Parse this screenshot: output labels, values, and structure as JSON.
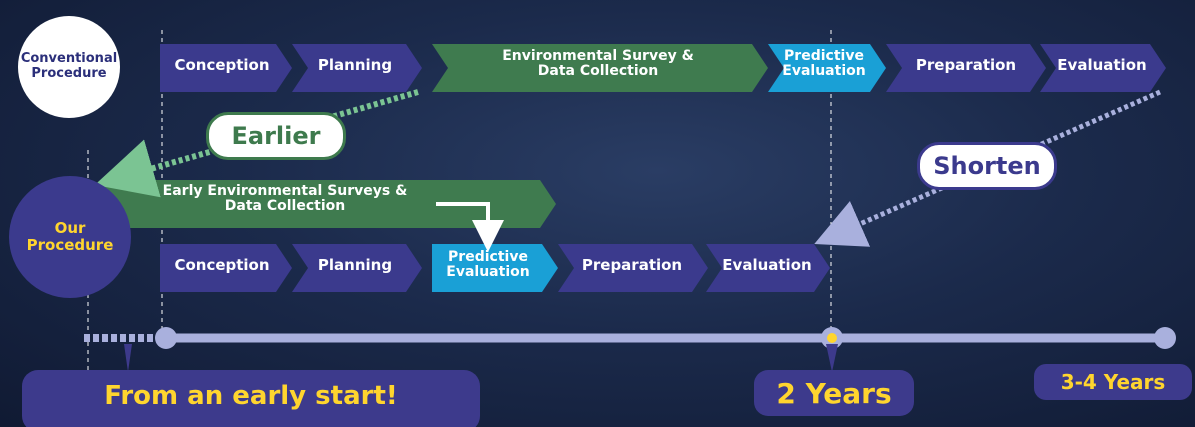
{
  "top_row": {
    "start_label": "Conventional Procedure",
    "steps": [
      {
        "label": "Conception",
        "kind": "phase"
      },
      {
        "label": "Planning",
        "kind": "phase"
      },
      {
        "label": "Environmental Survey & Data Collection",
        "kind": "survey"
      },
      {
        "label": "Predictive Evaluation",
        "kind": "predictive"
      },
      {
        "label": "Preparation",
        "kind": "phase"
      },
      {
        "label": "Evaluation",
        "kind": "phase"
      }
    ]
  },
  "bottom_row": {
    "start_label": "Our Procedure",
    "early_survey_label": "Early Environmental Surveys & Data Collection",
    "steps": [
      {
        "label": "Conception",
        "kind": "phase"
      },
      {
        "label": "Planning",
        "kind": "phase"
      },
      {
        "label": "Predictive Evaluation",
        "kind": "predictive"
      },
      {
        "label": "Preparation",
        "kind": "phase"
      },
      {
        "label": "Evaluation",
        "kind": "phase"
      }
    ]
  },
  "callouts": {
    "earlier": "Earlier",
    "shorten": "Shorten"
  },
  "timeline": {
    "early_start_label": "From an early start!",
    "marker_2_years": "2 Years",
    "marker_end": "3-4 Years"
  },
  "colors": {
    "phase": "#3b3a8d",
    "survey": "#3f7b4f",
    "predictive": "#1aa0d6",
    "accent_yellow": "#ffd52e",
    "callout_green": "#3e7a4d",
    "callout_blue": "#3b3a8d",
    "timeline": "#a9b0dd"
  }
}
